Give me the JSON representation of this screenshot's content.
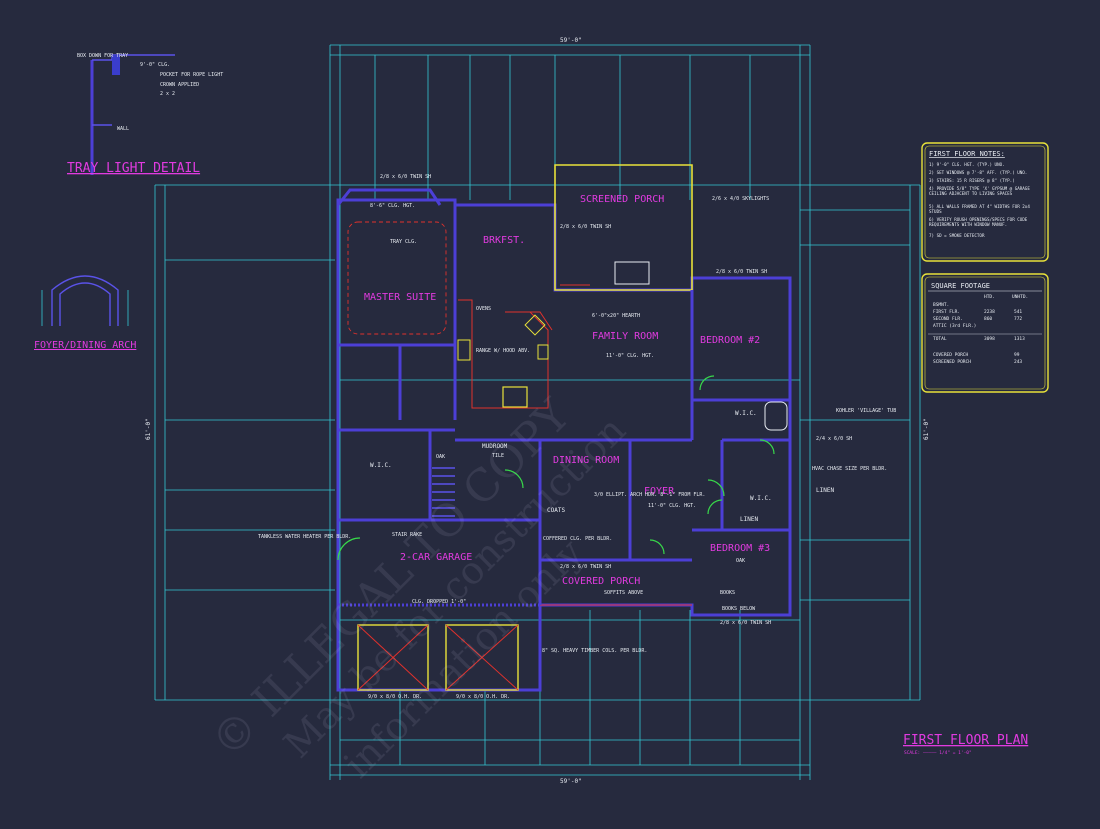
{
  "colors": {
    "background": "#262a3e",
    "walls": "#4c3fd6",
    "dimensions": "#34c8d4",
    "room_labels": "#e13be0",
    "notes_text": "#e8ecf2",
    "boxes": "#e8e23a",
    "fixtures": "#e0312c",
    "doors": "#38d84a"
  },
  "tray_detail": {
    "title": "TRAY LIGHT DETAIL",
    "notes": [
      "BOX DOWN FOR TRAY",
      "9'-0\" CLG.",
      "POCKET FOR ROPE LIGHT",
      "CROWN APPLIED",
      "2 x 2",
      "WALL"
    ]
  },
  "arch_detail": {
    "title": "FOYER/DINING ARCH"
  },
  "rooms": {
    "master_suite": "MASTER SUITE",
    "brkfst": "BRKFST.",
    "screened_porch": "SCREENED PORCH",
    "family_room": "FAMILY ROOM",
    "bedroom2": "BEDROOM #2",
    "dining_room": "DINING ROOM",
    "foyer": "FOYER",
    "bedroom3": "BEDROOM #3",
    "garage": "2-CAR GARAGE",
    "covered_porch": "COVERED PORCH"
  },
  "room_notes": {
    "master_clg": "8'-6\" CLG. HGT.",
    "tray_clg": "TRAY CLG.",
    "family_clg": "11'-0\" CLG. HGT.",
    "dining_arch": "3/0 ELLIPT. ARCH HDR. 8'-1\" FROM FLR.",
    "foyer_clg": "11'-0\" CLG. HGT.",
    "garage_clg": "CLG. DROPPED 1'-0\"",
    "covered_cols": "8\" SQ. HEAVY TIMBER COLS. PER BLDR.",
    "coffered": "COFFERED CLG. PER BLDR.",
    "soffits": "SOFFITS ABOVE",
    "hearth": "6'-0\"x20\" HEARTH",
    "skylights": "2/6 x 4/0 SKYLIGHTS",
    "tub": "KOHLER 'VILLAGE' TUB",
    "hvac": "HVAC CHASE SIZE PER BLDR.",
    "heater": "TANKLESS WATER HEATER PER BLDR.",
    "books": "BOOKS",
    "books_below": "BOOKS BELOW",
    "range": "RANGE W/ HOOD ABV.",
    "ovens": "OVENS",
    "mudroom": "MUDROOM",
    "wic": "W.I.C.",
    "linen": "LINEN",
    "coats": "COATS",
    "stair": "STAIR RAKE",
    "tile": "TILE",
    "oak": "OAK",
    "d1": "2/8 x 6/0 TWIN SH",
    "d2": "9/0 x 8/0 O.H. DR.",
    "d3": "2/4 x 6/0 SH"
  },
  "notes_box": {
    "title": "FIRST FLOOR NOTES:",
    "lines": [
      "1) 9'-0\" CLG. HGT. (TYP.) UNO.",
      "2) SET WINDOWS @ 7'-8\" AFF. (TYP.) UNO.",
      "3) STAIRS: 15 R RISERS @ 8\" (TYP.)",
      "4) PROVIDE 5/8\" TYPE 'X' GYPSUM @ GARAGE CEILING ADJACENT TO LIVING SPACES",
      "5) ALL WALLS FRAMED AT 4\" WIDTHS FOR 2x4 STUDS",
      "6) VERIFY ROUGH OPENINGS/SPECS FOR CODE REQUIREMENTS WITH WINDOW MANUF.",
      "7) SD = SMOKE DETECTOR"
    ]
  },
  "sqft_box": {
    "title": "SQUARE FOOTAGE",
    "col_htd": "HTD.",
    "col_unhtd": "UNHTD.",
    "rows": [
      {
        "label": "BSMNT.",
        "htd": "",
        "unhtd": ""
      },
      {
        "label": "FIRST FLR.",
        "htd": "2238",
        "unhtd": "541"
      },
      {
        "label": "SECOND FLR.",
        "htd": "860",
        "unhtd": "772"
      },
      {
        "label": "ATTIC (3rd FLR.)",
        "htd": "",
        "unhtd": ""
      },
      {
        "label": "TOTAL",
        "htd": "3098",
        "unhtd": "1313"
      },
      {
        "label": "COVERED PORCH",
        "htd": "",
        "unhtd": "99"
      },
      {
        "label": "SCREENED PORCH",
        "htd": "",
        "unhtd": "243"
      }
    ]
  },
  "plan_title": "FIRST FLOOR PLAN",
  "plan_scale": "SCALE: ————— 1/4\" = 1'-0\"",
  "dims": {
    "top_overall": "59'-0\"",
    "bottom_overall": "59'-0\"",
    "left_overall": "61'-0\"",
    "right_overall": "61'-0\""
  },
  "watermark": [
    "© ILLEGAL TO COPY",
    "May be for construction",
    "information only"
  ]
}
